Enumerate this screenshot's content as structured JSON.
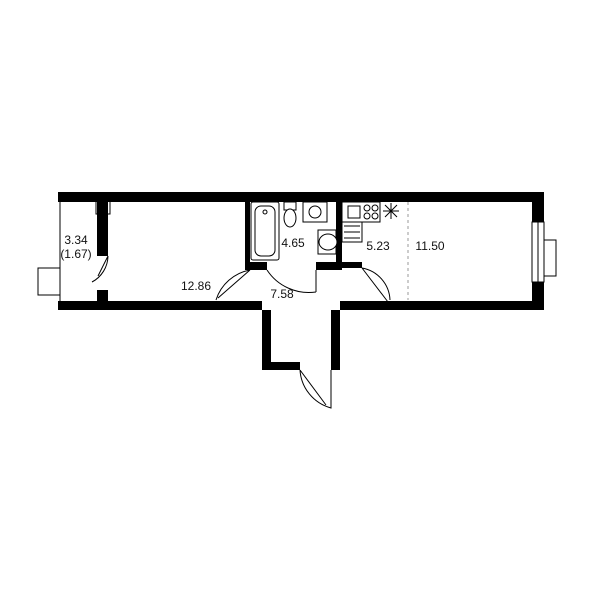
{
  "rooms": {
    "balcony_area": "3.34",
    "balcony_area_reduced": "(1.67)",
    "bedroom_area": "12.86",
    "hall_area": "7.58",
    "bathroom_area": "4.65",
    "kitchen_area": "5.23",
    "living_area": "11.50"
  },
  "colors": {
    "walls": "#000000",
    "background": "#ffffff",
    "text": "#111111"
  }
}
